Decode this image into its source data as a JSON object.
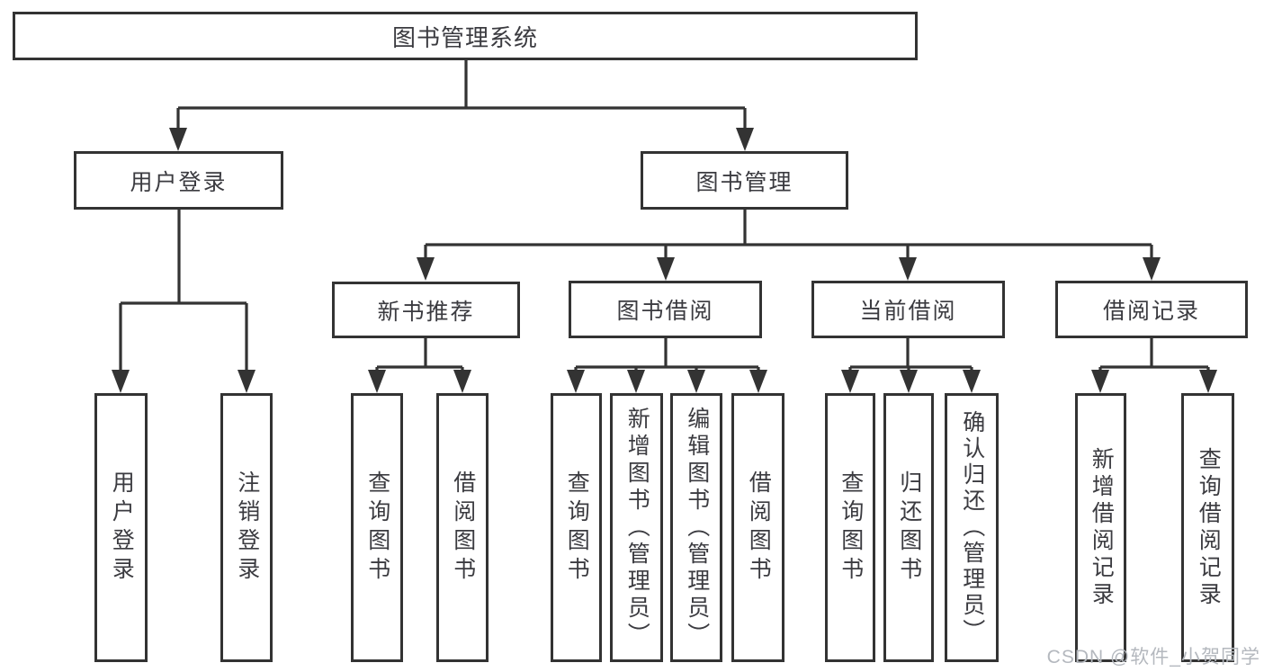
{
  "diagram": {
    "type": "hierarchy-tree",
    "colors": {
      "line": "#333333",
      "text": "#3b3b40",
      "background": "#ffffff",
      "watermark": "#b4b8be"
    },
    "tree": {
      "label": "图书管理系统",
      "children": [
        {
          "label": "用户登录",
          "children": [
            {
              "label": "用户登录"
            },
            {
              "label": "注销登录"
            }
          ]
        },
        {
          "label": "图书管理",
          "children": [
            {
              "label": "新书推荐",
              "children": [
                {
                  "label": "查询图书"
                },
                {
                  "label": "借阅图书"
                }
              ]
            },
            {
              "label": "图书借阅",
              "children": [
                {
                  "label": "查询图书"
                },
                {
                  "label": "新增图书（管理员）"
                },
                {
                  "label": "编辑图书（管理员）"
                },
                {
                  "label": "借阅图书"
                }
              ]
            },
            {
              "label": "当前借阅",
              "children": [
                {
                  "label": "查询图书"
                },
                {
                  "label": "归还图书"
                },
                {
                  "label": "确认归还（管理员）"
                }
              ]
            },
            {
              "label": "借阅记录",
              "children": [
                {
                  "label": "新增借阅记录"
                },
                {
                  "label": "查询借阅记录"
                }
              ]
            }
          ]
        }
      ]
    },
    "watermark": {
      "text": "CSDN @软件_小贺同学"
    }
  }
}
